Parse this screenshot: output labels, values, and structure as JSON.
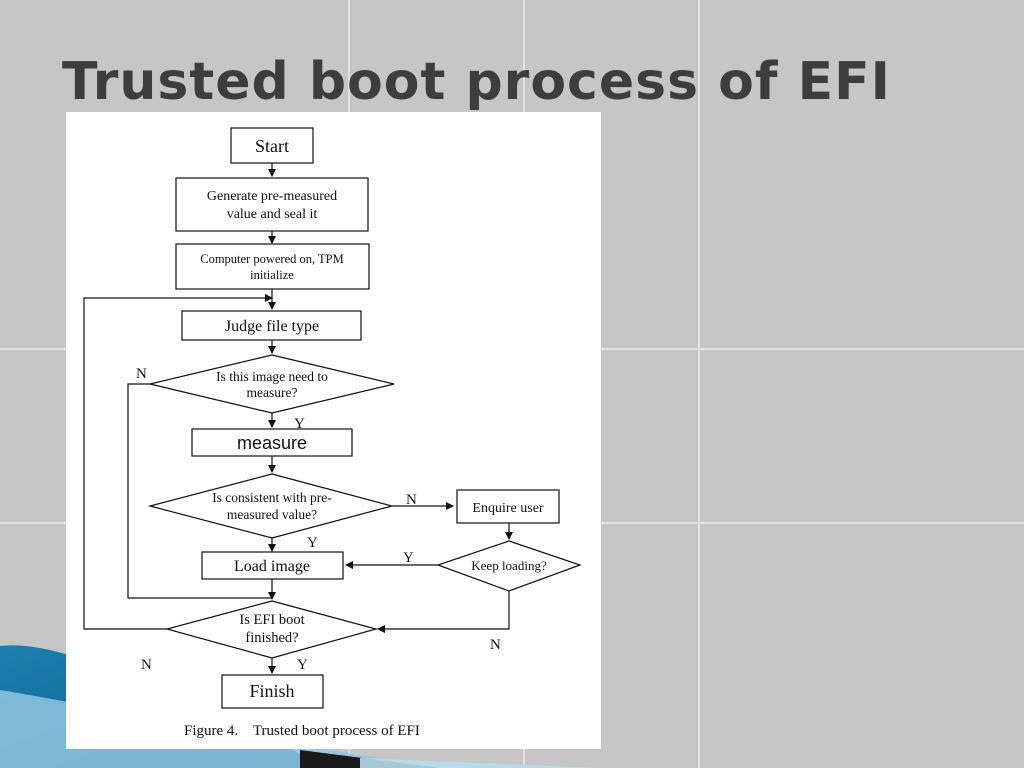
{
  "slide": {
    "title": "Trusted boot process of EFI"
  },
  "flowchart": {
    "nodes": {
      "start": "Start",
      "generate_line1": "Generate pre-measured",
      "generate_line2": "value and seal it",
      "powered_line1": "Computer powered on, TPM",
      "powered_line2": "initialize",
      "judge": "Judge file type",
      "need_measure_line1": "Is this image need to",
      "need_measure_line2": "measure?",
      "measure": "measure",
      "consistent_line1": "Is consistent with pre-",
      "consistent_line2": "measured value?",
      "enquire": "Enquire user",
      "keep_loading": "Keep loading?",
      "load_image": "Load image",
      "efi_finished_line1": "Is EFI boot",
      "efi_finished_line2": "finished?",
      "finish": "Finish"
    },
    "edge_labels": {
      "need_no": "N",
      "need_yes": "Y",
      "consistent_no": "N",
      "consistent_yes": "Y",
      "keep_yes": "Y",
      "keep_no": "N",
      "finished_no": "N",
      "finished_yes": "Y"
    },
    "caption": "Figure 4.    Trusted boot process of EFI"
  }
}
